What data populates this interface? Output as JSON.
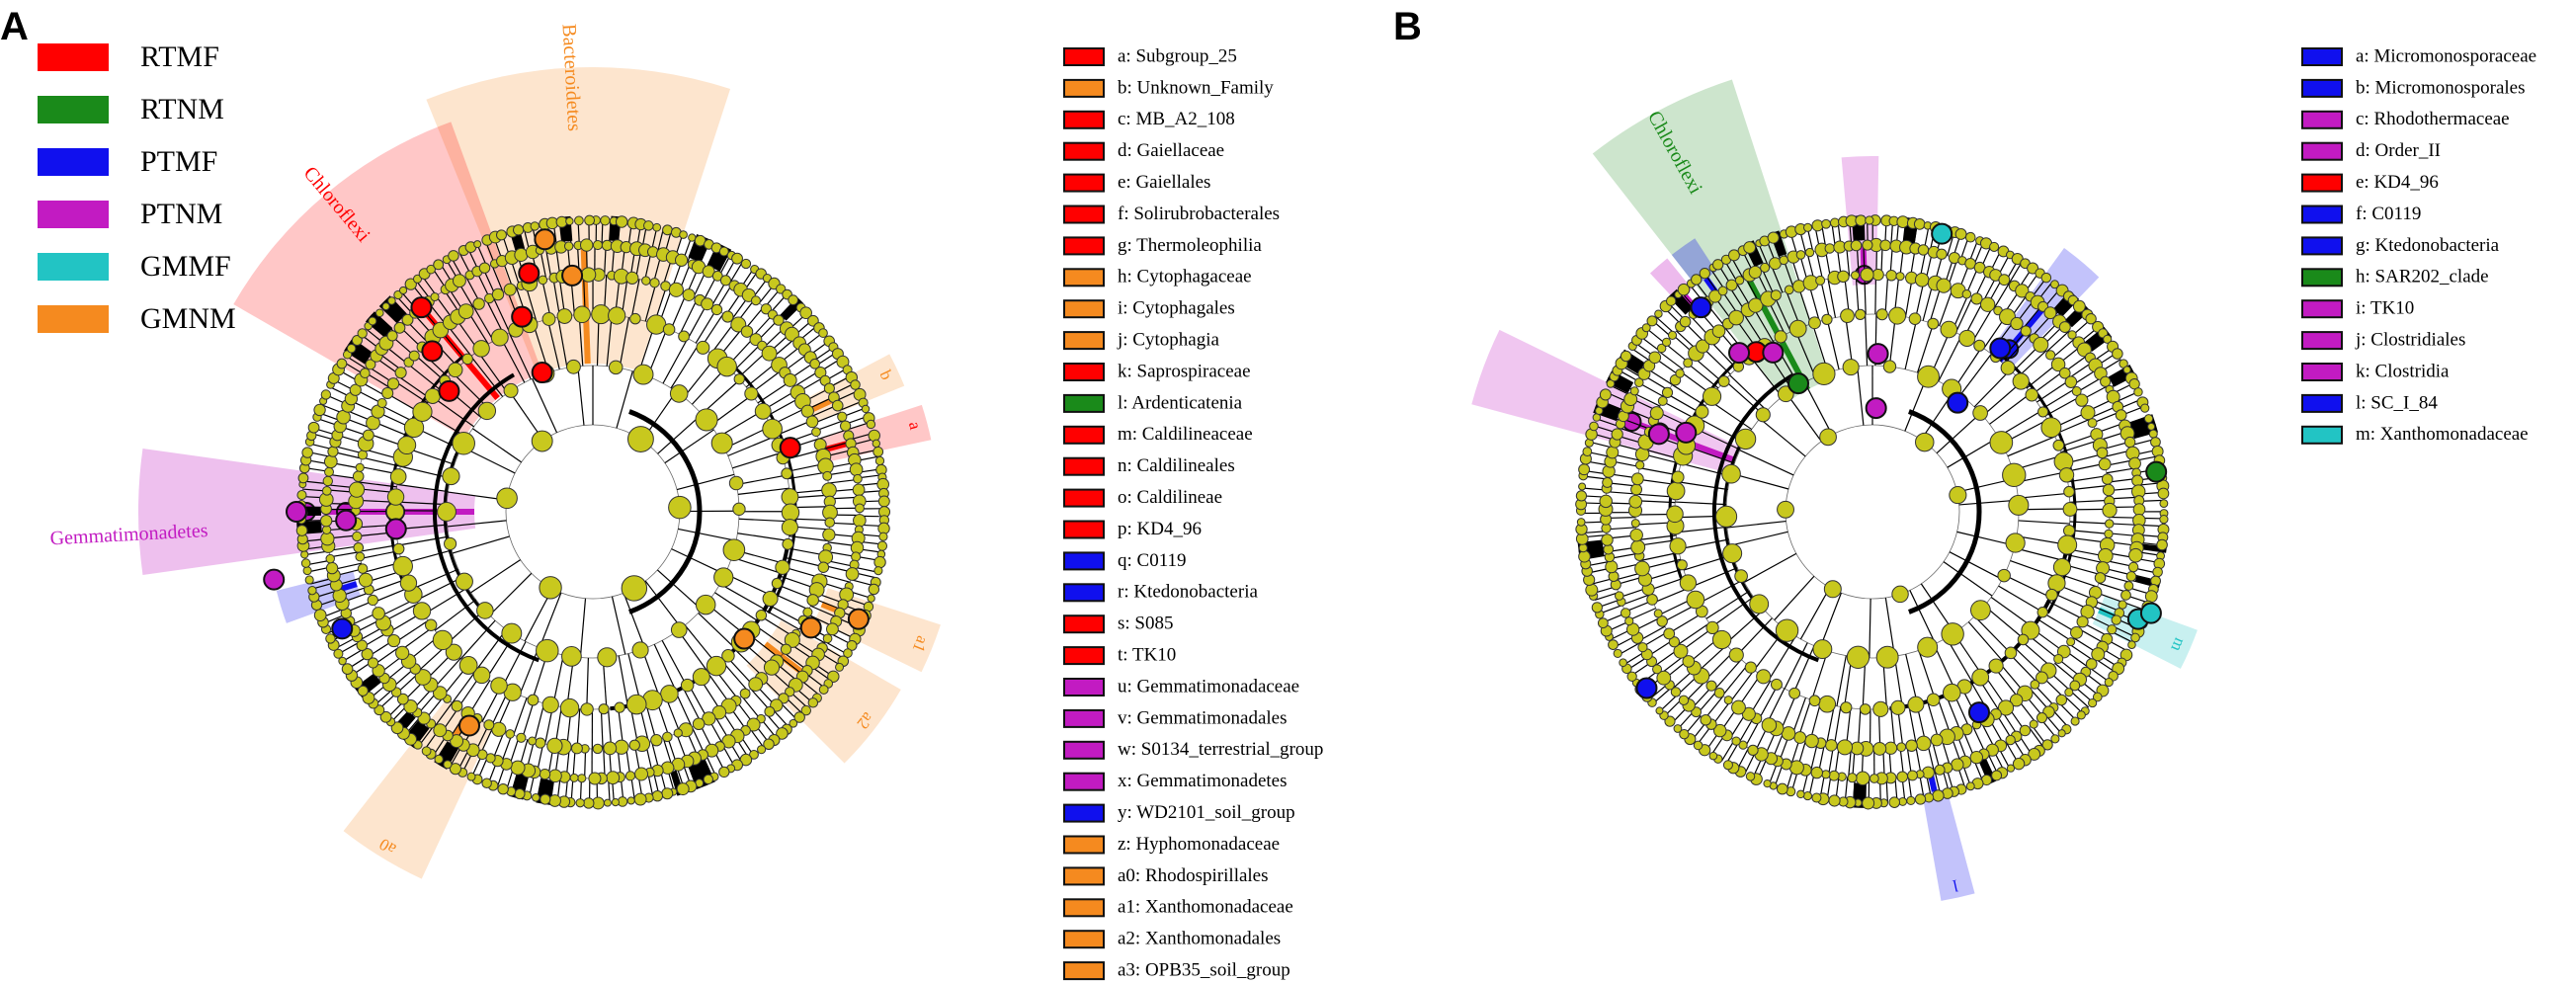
{
  "groups": [
    {
      "name": "RTMF",
      "color": "#ff0000"
    },
    {
      "name": "RTNM",
      "color": "#1a8a1a"
    },
    {
      "name": "PTMF",
      "color": "#1010ee"
    },
    {
      "name": "PTNM",
      "color": "#c21bc2"
    },
    {
      "name": "GMMF",
      "color": "#22c4c4"
    },
    {
      "name": "GMNM",
      "color": "#f58a1f"
    }
  ],
  "node_color": "#c8c81e",
  "panels": [
    {
      "letter": "A",
      "clade_labels": [
        {
          "text": "Chloroflexi",
          "group": "RTMF"
        },
        {
          "text": "Bacteroidetes",
          "group": "GMNM"
        },
        {
          "text": "Gemmatimonadetes",
          "group": "PTNM"
        }
      ],
      "legend": [
        {
          "key": "a",
          "name": "Subgroup_25",
          "group": "RTMF"
        },
        {
          "key": "b",
          "name": "Unknown_Family",
          "group": "GMNM"
        },
        {
          "key": "c",
          "name": "MB_A2_108",
          "group": "RTMF"
        },
        {
          "key": "d",
          "name": "Gaiellaceae",
          "group": "RTMF"
        },
        {
          "key": "e",
          "name": "Gaiellales",
          "group": "RTMF"
        },
        {
          "key": "f",
          "name": "Solirubrobacterales",
          "group": "RTMF"
        },
        {
          "key": "g",
          "name": "Thermoleophilia",
          "group": "RTMF"
        },
        {
          "key": "h",
          "name": "Cytophagaceae",
          "group": "GMNM"
        },
        {
          "key": "i",
          "name": "Cytophagales",
          "group": "GMNM"
        },
        {
          "key": "j",
          "name": "Cytophagia",
          "group": "GMNM"
        },
        {
          "key": "k",
          "name": "Saprospiraceae",
          "group": "RTMF"
        },
        {
          "key": "l",
          "name": "Ardenticatenia",
          "group": "RTNM"
        },
        {
          "key": "m",
          "name": "Caldilineaceae",
          "group": "RTMF"
        },
        {
          "key": "n",
          "name": "Caldilineales",
          "group": "RTMF"
        },
        {
          "key": "o",
          "name": "Caldilineae",
          "group": "RTMF"
        },
        {
          "key": "p",
          "name": "KD4_96",
          "group": "RTMF"
        },
        {
          "key": "q",
          "name": "C0119",
          "group": "PTMF"
        },
        {
          "key": "r",
          "name": "Ktedonobacteria",
          "group": "PTMF"
        },
        {
          "key": "s",
          "name": "S085",
          "group": "RTMF"
        },
        {
          "key": "t",
          "name": "TK10",
          "group": "RTMF"
        },
        {
          "key": "u",
          "name": "Gemmatimonadaceae",
          "group": "PTNM"
        },
        {
          "key": "v",
          "name": "Gemmatimonadales",
          "group": "PTNM"
        },
        {
          "key": "w",
          "name": "S0134_terrestrial_group",
          "group": "PTNM"
        },
        {
          "key": "x",
          "name": "Gemmatimonadetes",
          "group": "PTNM"
        },
        {
          "key": "y",
          "name": "WD2101_soil_group",
          "group": "PTMF"
        },
        {
          "key": "z",
          "name": "Hyphomonadaceae",
          "group": "GMNM"
        },
        {
          "key": "a0",
          "name": "Rhodospirillales",
          "group": "GMNM"
        },
        {
          "key": "a1",
          "name": "Xanthomonadaceae",
          "group": "GMNM"
        },
        {
          "key": "a2",
          "name": "Xanthomonadales",
          "group": "GMNM"
        },
        {
          "key": "a3",
          "name": "OPB35_soil_group",
          "group": "GMNM"
        }
      ]
    },
    {
      "letter": "B",
      "clade_labels": [
        {
          "text": "Chloroflexi",
          "group": "RTNM"
        }
      ],
      "legend": [
        {
          "key": "a",
          "name": "Micromonosporaceae",
          "group": "PTMF"
        },
        {
          "key": "b",
          "name": "Micromonosporales",
          "group": "PTMF"
        },
        {
          "key": "c",
          "name": "Rhodothermaceae",
          "group": "PTNM"
        },
        {
          "key": "d",
          "name": "Order_II",
          "group": "PTNM"
        },
        {
          "key": "e",
          "name": "KD4_96",
          "group": "RTMF"
        },
        {
          "key": "f",
          "name": "C0119",
          "group": "PTMF"
        },
        {
          "key": "g",
          "name": "Ktedonobacteria",
          "group": "PTMF"
        },
        {
          "key": "h",
          "name": "SAR202_clade",
          "group": "RTNM"
        },
        {
          "key": "i",
          "name": "TK10",
          "group": "PTNM"
        },
        {
          "key": "j",
          "name": "Clostridiales",
          "group": "PTNM"
        },
        {
          "key": "k",
          "name": "Clostridia",
          "group": "PTNM"
        },
        {
          "key": "l",
          "name": "SC_I_84",
          "group": "PTMF"
        },
        {
          "key": "m",
          "name": "Xanthomonadaceae",
          "group": "GMMF"
        }
      ]
    }
  ]
}
